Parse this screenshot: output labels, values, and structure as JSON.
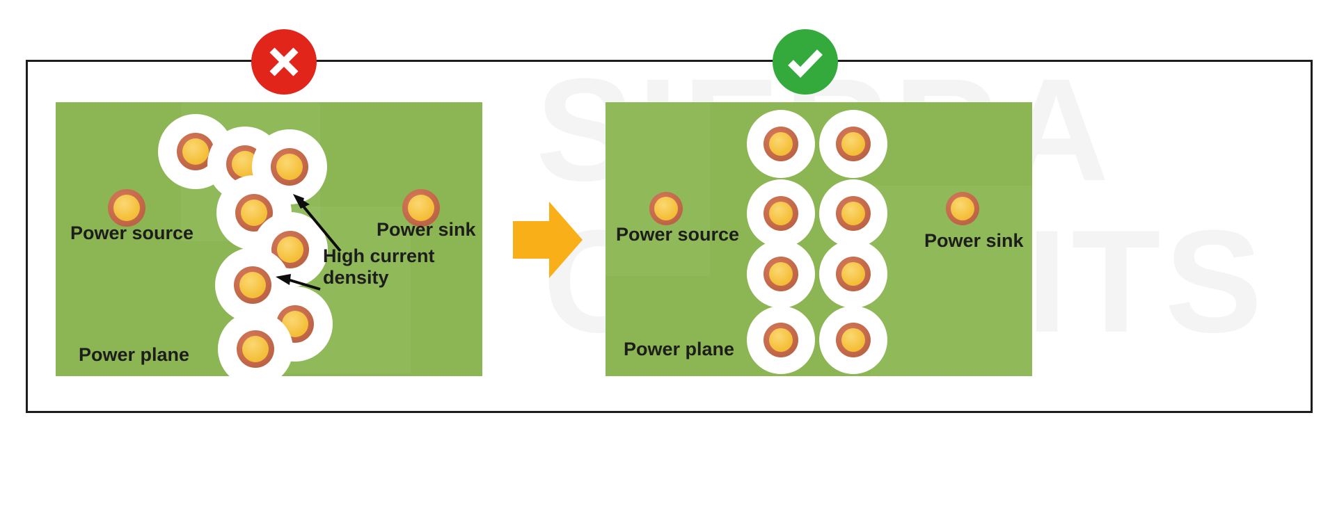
{
  "diagram": {
    "title": "PCB power plane via stitching: incorrect vs correct via placement",
    "watermark": {
      "line1": "SIERRA",
      "line2": "CIRCUITS"
    },
    "colors": {
      "board_green": "#8cb653",
      "frame_black": "#1d1d1b",
      "badge_bad_red": "#e1251b",
      "badge_good_green": "#34a93c",
      "transition_arrow_orange": "#f9af17",
      "via_antipad_white": "#ffffff",
      "via_barrel_copper": "#c4694a",
      "via_hole_gold": "#f5c13d",
      "watermark_grey": "#f4f4f4"
    }
  },
  "panels": [
    {
      "id": "incorrect",
      "status_icon": "cross-icon",
      "status_meaning": "incorrect",
      "labels": {
        "power_source": "Power source",
        "power_sink": "Power sink",
        "power_plane": "Power plane",
        "annotation": "High current\ndensity",
        "annotation_line1": "High current",
        "annotation_line2": "density"
      },
      "vias_clustered": 10,
      "arrow_count": 2
    },
    {
      "id": "correct",
      "status_icon": "check-icon",
      "status_meaning": "correct",
      "labels": {
        "power_source": "Power source",
        "power_sink": "Power sink",
        "power_plane": "Power plane"
      },
      "vias_grid_rows": 4,
      "vias_grid_cols": 2,
      "vias_grid_total": 8
    }
  ],
  "transition": {
    "icon": "right-arrow-icon",
    "direction": "left-to-right"
  }
}
